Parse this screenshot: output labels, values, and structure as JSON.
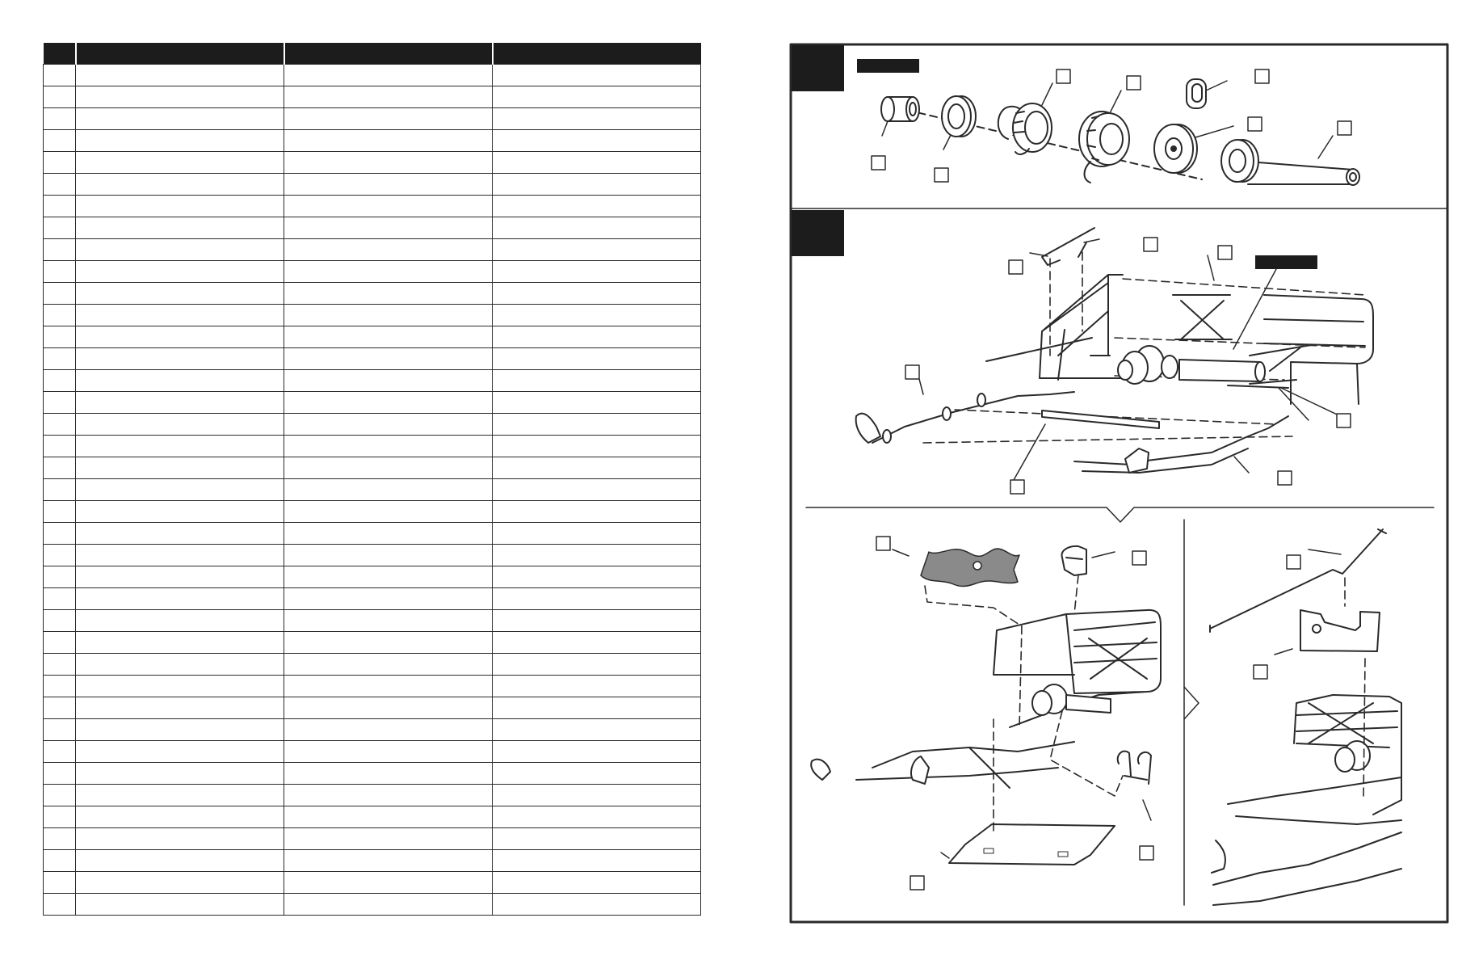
{
  "parts_list": {
    "headers": [
      "",
      "",
      "",
      ""
    ],
    "row_count": 39,
    "rows": []
  },
  "assembly": {
    "steps": [
      {
        "number": "",
        "tag": "",
        "callouts": [
          "",
          "",
          "",
          "",
          "",
          "",
          "",
          ""
        ]
      },
      {
        "number": "",
        "tag": "",
        "callouts": [
          "",
          "",
          "",
          "",
          "",
          "",
          "",
          "",
          ""
        ]
      }
    ],
    "sub_views": [
      {
        "callouts": [
          "",
          "",
          "",
          ""
        ]
      },
      {
        "callouts": [
          "",
          ""
        ]
      }
    ]
  },
  "icons": {
    "step-marker": "solid black square tab",
    "callout-box": "empty square part-number box",
    "tag-bar": "black label bar"
  },
  "colors": {
    "ink": "#1c1c1c",
    "line": "#2a2a2a",
    "gasket_fill": "#8a8a8a",
    "paper": "#ffffff"
  }
}
